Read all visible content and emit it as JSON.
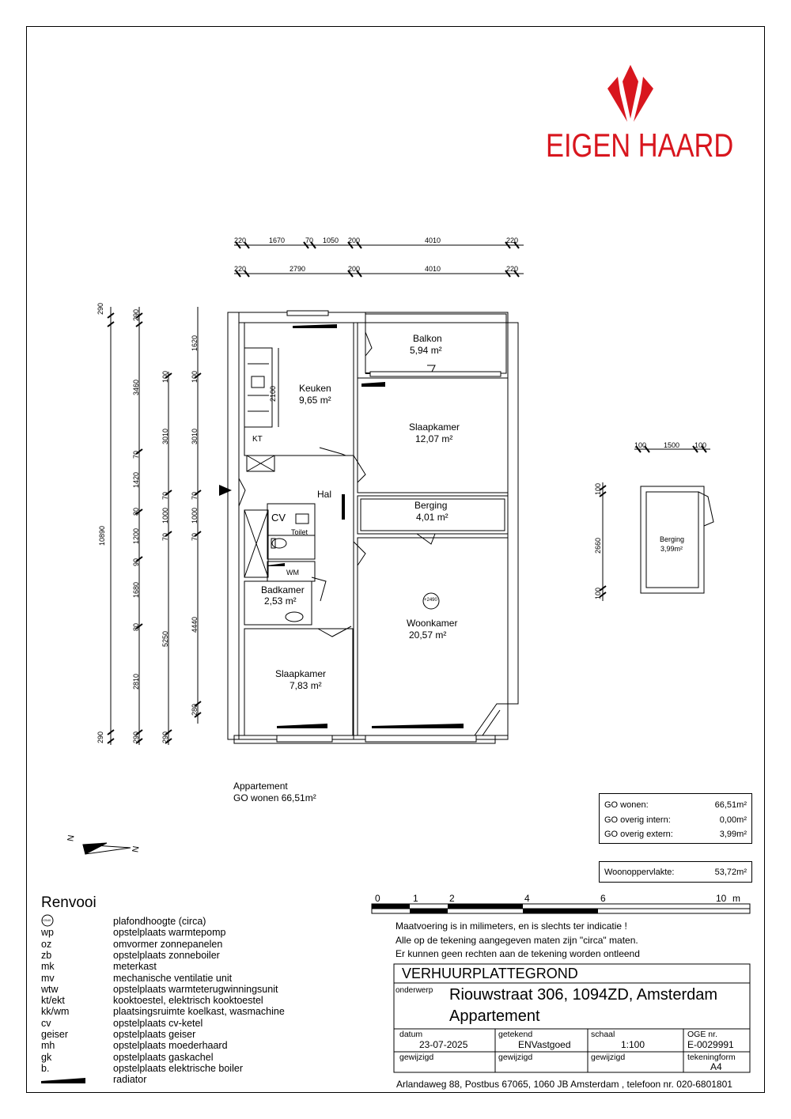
{
  "logo": {
    "name": "EIGEN HAARD",
    "color": "#d8161e"
  },
  "dims_top_row1": [
    "220",
    "1670",
    "70",
    "1050",
    "200",
    "4010",
    "220"
  ],
  "dims_top_row2": [
    "220",
    "2790",
    "200",
    "4010",
    "220"
  ],
  "dims_left_col1": [
    "290",
    "10890",
    "290"
  ],
  "dims_left_col2": [
    "290",
    "3460",
    "70",
    "1420",
    "80",
    "1200",
    "90",
    "1680",
    "80",
    "2810",
    "290"
  ],
  "dims_left_col3": [
    "100",
    "3010",
    "70",
    "1000",
    "70",
    "5250",
    "290"
  ],
  "dims_left_col4": [
    "1620",
    "100",
    "3010",
    "70",
    "1000",
    "70",
    "4440",
    "280"
  ],
  "dims_small_top": [
    "100",
    "1500",
    "100"
  ],
  "dims_small_left": [
    "100",
    "2660",
    "100"
  ],
  "rooms": {
    "balkon": {
      "name": "Balkon",
      "area": "5,94 m²"
    },
    "keuken": {
      "name": "Keuken",
      "area": "9,65 m²"
    },
    "slaapkamer1": {
      "name": "Slaapkamer",
      "area": "12,07 m²"
    },
    "hal": {
      "name": "Hal"
    },
    "berging": {
      "name": "Berging",
      "area": "4,01 m²"
    },
    "cv": "CV",
    "toilet": "Toilet",
    "wm": "WM",
    "badkamer": {
      "name": "Badkamer",
      "area": "2,53 m²"
    },
    "woonkamer": {
      "name": "Woonkamer",
      "area": "20,57 m²"
    },
    "slaapkamer2": {
      "name": "Slaapkamer",
      "area": "7,83 m²"
    },
    "berging_ext": {
      "name": "Berging",
      "area": "3,99m²"
    },
    "kt": "KT",
    "kitchen_dim": "2100",
    "ceiling_marker": "+2490"
  },
  "apartment_caption": {
    "line1": "Appartement",
    "line2": "GO wonen 66,51m²"
  },
  "areas": [
    {
      "label": "GO wonen:",
      "value": "66,51m²"
    },
    {
      "label": "GO overig intern:",
      "value": "0,00m²"
    },
    {
      "label": "GO overig extern:",
      "value": "3,99m²"
    }
  ],
  "woonoppervlakte": {
    "label": "Woonoppervlakte:",
    "value": "53,72m²"
  },
  "north": {
    "label": "N"
  },
  "scale_bar": {
    "labels": [
      "0",
      "1",
      "2",
      "4",
      "6",
      "10"
    ],
    "unit": "m"
  },
  "notes": [
    "Maatvoering is in milimeters, en is slechts ter indicatie !",
    "Alle op de tekening aangegeven maten zijn \"circa\" maten.",
    "Er kunnen geen rechten aan de tekening worden ontleend"
  ],
  "legend": {
    "title": "Renvooi",
    "marker": "+2540",
    "items": [
      {
        "code": "",
        "desc": "plafondhoogte (circa)"
      },
      {
        "code": "wp",
        "desc": "opstelplaats warmtepomp"
      },
      {
        "code": "oz",
        "desc": "omvormer zonnepanelen"
      },
      {
        "code": "zb",
        "desc": "opstelplaats zonneboiler"
      },
      {
        "code": "mk",
        "desc": "meterkast"
      },
      {
        "code": "mv",
        "desc": "mechanische ventilatie unit"
      },
      {
        "code": "wtw",
        "desc": "opstelplaats warmteterugwinningsunit"
      },
      {
        "code": "kt/ekt",
        "desc": "kooktoestel, elektrisch kooktoestel"
      },
      {
        "code": "kk/wm",
        "desc": "plaatsingsruimte koelkast, wasmachine"
      },
      {
        "code": "cv",
        "desc": "opstelplaats cv-ketel"
      },
      {
        "code": "geiser",
        "desc": "opstelplaats geiser"
      },
      {
        "code": "mh",
        "desc": "opstelplaats moederhaard"
      },
      {
        "code": "gk",
        "desc": "opstelplaats gaskachel"
      },
      {
        "code": "b.",
        "desc": "opstelplaats elektrische boiler"
      },
      {
        "code": "",
        "desc": "radiator"
      }
    ]
  },
  "title_block": {
    "heading": "VERHUURPLATTEGROND",
    "onderwerp_label": "onderwerp",
    "address": "Riouwstraat 306, 1094ZD, Amsterdam",
    "type": "Appartement",
    "datum_label": "datum",
    "datum": "23-07-2025",
    "getekend_label": "getekend",
    "getekend": "ENVastgoed",
    "schaal_label": "schaal",
    "schaal": "1:100",
    "oge_label": "OGE nr.",
    "oge": "E-0029991",
    "gewijzigd1": "gewijzigd",
    "gewijzigd2": "gewijzigd",
    "gewijzigd3": "gewijzigd",
    "tekeningform_label": "tekeningform",
    "tekeningform": "A4",
    "footer": "Arlandaweg 88, Postbus 67065, 1060 JB Amsterdam , telefoon nr. 020-6801801"
  }
}
